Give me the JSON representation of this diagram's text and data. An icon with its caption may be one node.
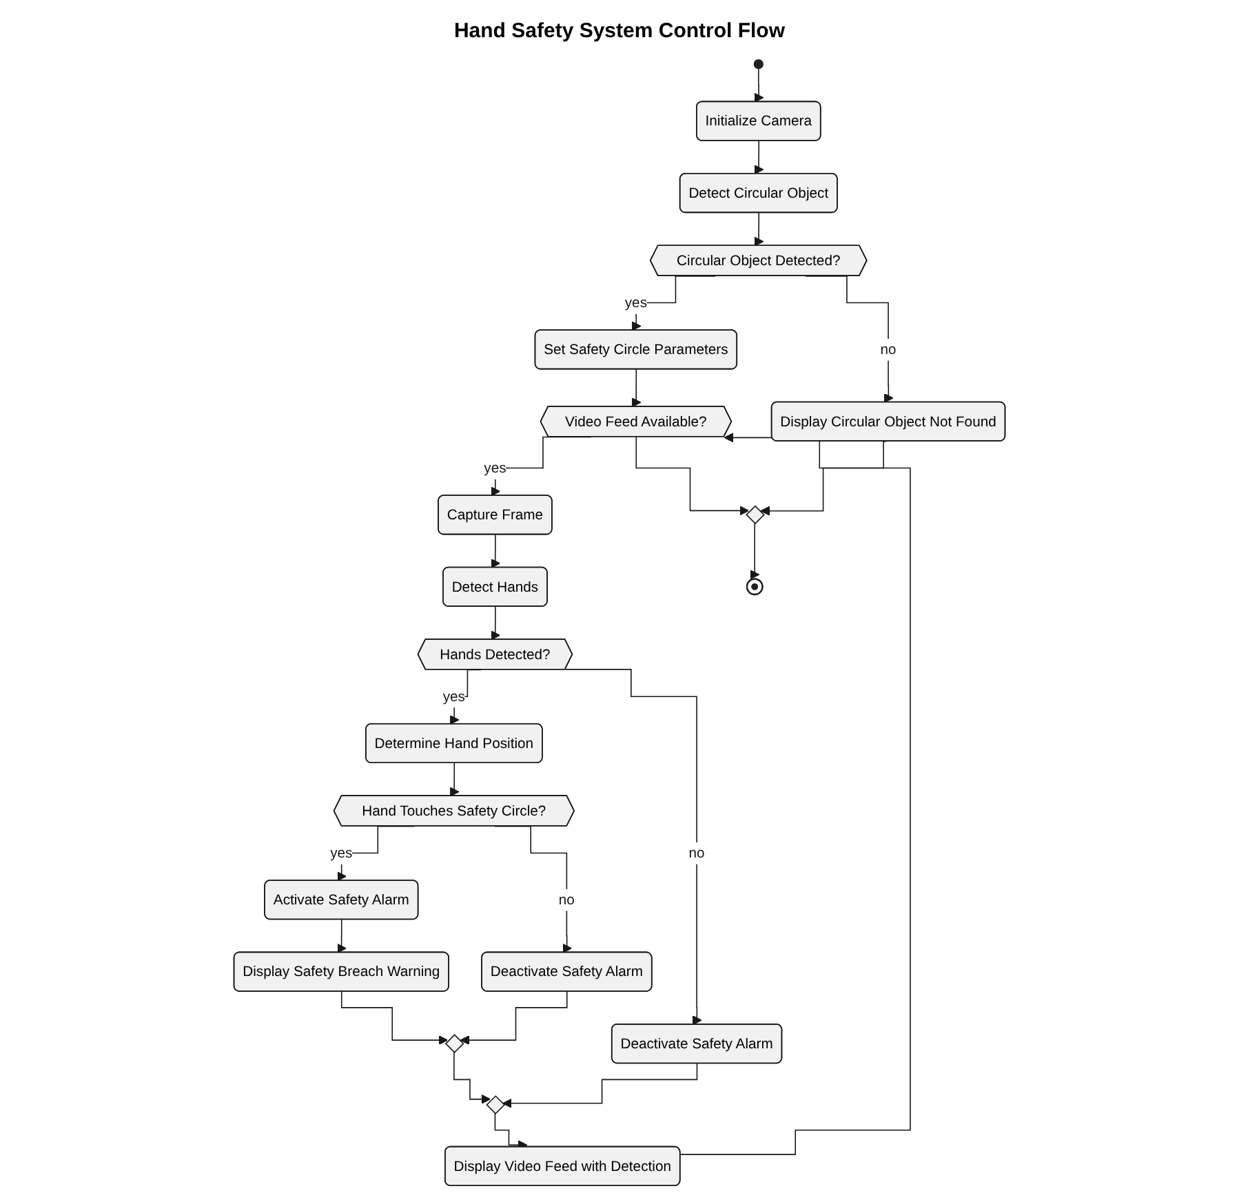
{
  "diagram": {
    "title": "Hand Safety System Control Flow",
    "nodes": [
      {
        "text": [],
        "shape": "circle"
      },
      {
        "text": [
          "Initialize Camera"
        ]
      },
      {
        "text": [
          "Detect Circular Object"
        ]
      },
      {
        "text": [
          "Circular Object Detected?"
        ]
      },
      {
        "text": [
          "Set Safety Circle Parameters"
        ]
      },
      {
        "text": [
          "Display Circular Object Not Found"
        ]
      },
      {
        "text": [
          "Video Feed Available?"
        ]
      },
      {
        "text": [
          "Capture Frame"
        ]
      },
      {
        "text": [
          "Detect Hands"
        ]
      },
      {
        "text": [
          "Hands Detected?"
        ]
      },
      {
        "text": [
          "Determine Hand Position"
        ]
      },
      {
        "text": [
          "Deactivate Safety Alarm"
        ]
      },
      {
        "text": [
          "Hand Touches Safety Circle?"
        ]
      },
      {
        "text": [
          "Activate Safety Alarm"
        ]
      },
      {
        "text": [
          "Deactivate Safety Alarm"
        ]
      },
      {
        "text": [
          "Display Safety Breach Warning"
        ]
      },
      {
        "text": [],
        "shape": "diamond"
      },
      {
        "text": [],
        "shape": "diamond"
      },
      {
        "text": [
          "Display Video Feed with Detection"
        ]
      },
      {
        "text": [],
        "shape": "diamond"
      },
      {
        "text": [],
        "shape": "circle"
      }
    ],
    "edges": [
      {
        "from": 0,
        "to": 1,
        "arrow": "to"
      },
      {
        "from": 1,
        "to": 2,
        "arrow": "to"
      },
      {
        "from": 2,
        "to": 3,
        "arrow": "to"
      },
      {
        "from": 3,
        "to": 4,
        "arrow": "to",
        "label": "yes"
      },
      {
        "from": 3,
        "to": 5,
        "arrow": "to",
        "label": "no"
      },
      {
        "from": 4,
        "to": 6,
        "arrow": "to"
      },
      {
        "from": 6,
        "to": 7,
        "arrow": "to",
        "label": "yes"
      },
      {
        "from": 7,
        "to": 8,
        "arrow": "to"
      },
      {
        "from": 8,
        "to": 9,
        "arrow": "to"
      },
      {
        "from": 9,
        "to": 10,
        "arrow": "to",
        "label": "yes"
      },
      {
        "from": 9,
        "to": 11,
        "arrow": "to",
        "label": "no"
      },
      {
        "from": 10,
        "to": 12,
        "arrow": "to"
      },
      {
        "from": 12,
        "to": 13,
        "arrow": "to",
        "label": "yes"
      },
      {
        "from": 12,
        "to": 14,
        "arrow": "to",
        "label": "no"
      },
      {
        "from": 13,
        "to": 15,
        "arrow": "to"
      },
      {
        "from": 15,
        "to": 16,
        "arrow": "to"
      },
      {
        "from": 14,
        "to": 16,
        "arrow": "to"
      },
      {
        "from": 16,
        "to": 17,
        "arrow": "to"
      },
      {
        "from": 11,
        "to": 17,
        "arrow": "to"
      },
      {
        "from": 17,
        "to": 18,
        "arrow": "to"
      },
      {
        "from": 18,
        "to": 6,
        "arrow": "to"
      },
      {
        "from": 6,
        "to": 19,
        "arrow": "to"
      },
      {
        "from": 5,
        "to": 19,
        "arrow": "to"
      },
      {
        "from": 19,
        "to": 20,
        "arrow": "to"
      }
    ]
  }
}
